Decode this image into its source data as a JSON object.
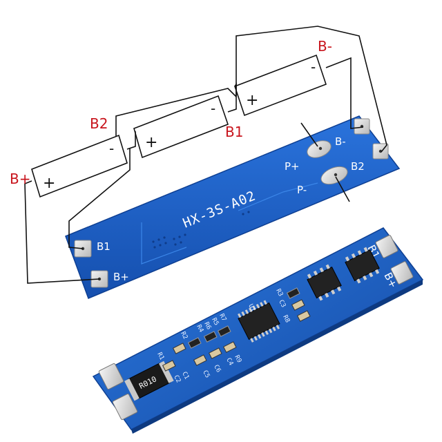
{
  "diagram": {
    "cell_labels": {
      "b_minus": "B-",
      "b2": "B2",
      "b1": "B1",
      "b_plus": "B+"
    },
    "polarity": {
      "plus": "+",
      "minus": "-"
    },
    "board_top": {
      "model": "HX-3S-A02",
      "pads": {
        "b_minus": "B-",
        "b2": "B2",
        "b1": "B1",
        "b_plus": "B+",
        "p_plus": "P+",
        "p_minus": "P-"
      }
    },
    "board_bottom": {
      "pads": {
        "b1": "B1",
        "b_plus": "B+"
      },
      "resistor_code": "R010",
      "refs": [
        "U1",
        "R1",
        "R2",
        "R3",
        "R4",
        "R5",
        "R6",
        "R7",
        "R8",
        "R9",
        "C1",
        "C2",
        "C3",
        "C4",
        "C5",
        "C6"
      ]
    }
  },
  "colors": {
    "board_blue": "#1a5fc8",
    "board_edge": "#0e3f92",
    "pad_silver": "#d8d8d8",
    "label_red": "#c8141c"
  }
}
